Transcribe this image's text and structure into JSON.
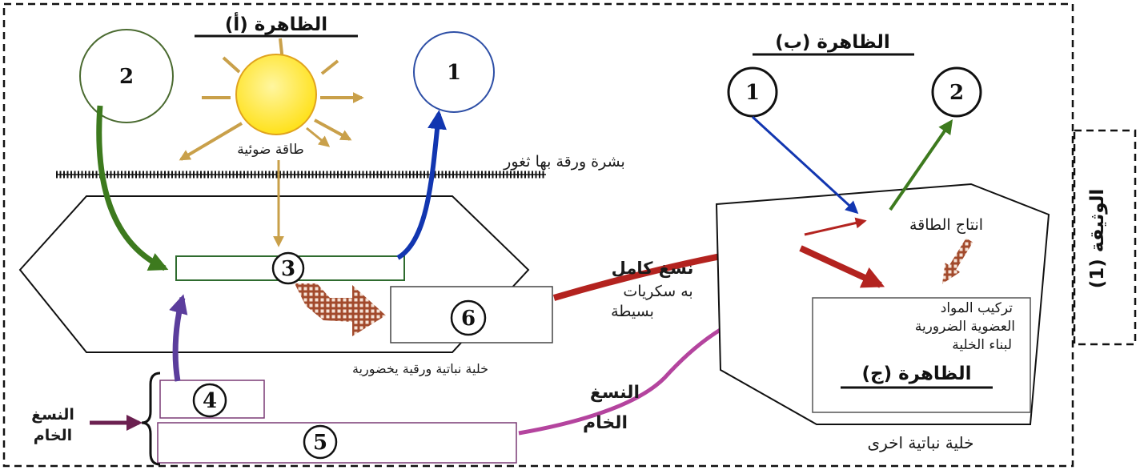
{
  "document_label": "الوثيقة (1)",
  "phenomenon_a": {
    "title": "الظاهرة (أ)",
    "light_energy": "طاقة ضوئية",
    "leaf_epidermis": "بشرة ورقة بها ثغور",
    "leaf_cell": "خلية نباتية ورقية يخضورية",
    "markers": {
      "one": "1",
      "two": "2",
      "three": "3",
      "four": "4",
      "five": "5",
      "six": "6"
    }
  },
  "sap": {
    "raw_left": {
      "line1": "النسغ",
      "line2": "الخام"
    },
    "raw_middle": {
      "line1": "النسغ",
      "line2": "الخام"
    },
    "elaborated": {
      "line1": "نسغ كامل",
      "line2": "به سكريات",
      "line3": "بسيطة"
    }
  },
  "phenomenon_b": {
    "title": "الظاهرة (ب)",
    "energy_production": "انتاج الطاقة",
    "markers": {
      "one": "1",
      "two": "2"
    }
  },
  "phenomenon_c": {
    "title": "الظاهرة (ج)",
    "synthesis": {
      "line1": "تركيب المواد",
      "line2": "العضوية الضرورية",
      "line3": "لبناء الخلية"
    }
  },
  "other_cell": "خلية نباتية اخرى",
  "colors": {
    "green": "#3d7a1e",
    "blue": "#1236b0",
    "tan": "#c9a04a",
    "purple": "#5b3d9c",
    "magenta": "#b4449e",
    "red": "#b3231f",
    "maroon": "#6b2050",
    "sun": "#ffe11a",
    "sun-edge": "#e0a31e",
    "hatch": "#a24a2c",
    "circle-two": "#4b6b31",
    "circle-one": "#2e4fa6",
    "chloroplast": "#2e6b2e",
    "sapbox": "#7a3a75"
  }
}
